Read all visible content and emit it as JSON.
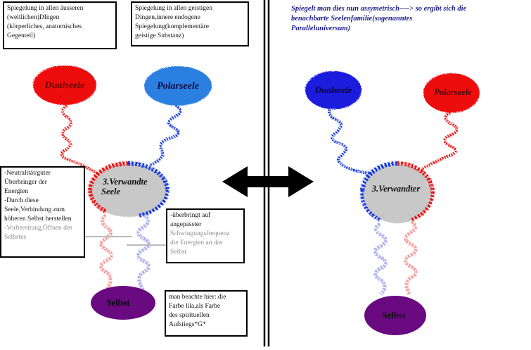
{
  "left": {
    "box_top_left": [
      "Spiegelung in allen äusseren",
      "(weltlichen)DIngen",
      "(körperliches, anatomisches",
      "Gegenteil)"
    ],
    "box_top_mid": [
      "Spiegelung in allen geistigen",
      "Dingen,innere endogene",
      "Spiegelung(komplementäre",
      "geistige Substanz)"
    ],
    "dualseele": "Dualseele",
    "polarseele": "Polarseele",
    "verwandte_line1": "3.Verwandte",
    "verwandte_line2": "Seele",
    "selbst": "Selbst",
    "box_neutral": [
      "-Neutralität/guter",
      "Überbringer der",
      "Energien",
      "-Durch diese",
      "Seele,Verbindung zum",
      "höheren Selbst herstellen"
    ],
    "box_neutral_dim": [
      "-Vorbereitung,Öffnen des",
      "Selbstes"
    ],
    "box_uebringt": [
      "-überbringt auf",
      "angepasster"
    ],
    "box_uebringt_dim": [
      "Schwingungsfrequenz",
      "die Energien an das",
      "Selbst"
    ],
    "box_lila": [
      "man beachte hier: die",
      "Farbe lila,als Farbe",
      "des spirituellen",
      "Aufstiegs*G*"
    ]
  },
  "right": {
    "title": [
      "Spiegelt man dies nun assymetrisch----> so ergibt sich die",
      "benachbarte Seelenfamilie(sogenanntes",
      "Paralleluniversum)"
    ],
    "dualseele": "Dualseele",
    "polarseele": "Polarseele",
    "verwandter": "3.Verwandter",
    "selbst": "Selbst"
  },
  "colors": {
    "red": "#ee1111",
    "blue": "#1133dd",
    "light_blue": "#2a7fe0",
    "gray": "#c8c8c8",
    "purple": "#6a0a80",
    "pink": "#f2a0a0",
    "light_purple": "#aab0ee",
    "title_color": "#1a1a8a"
  },
  "icons": [
    "double-headed-arrow-icon"
  ]
}
